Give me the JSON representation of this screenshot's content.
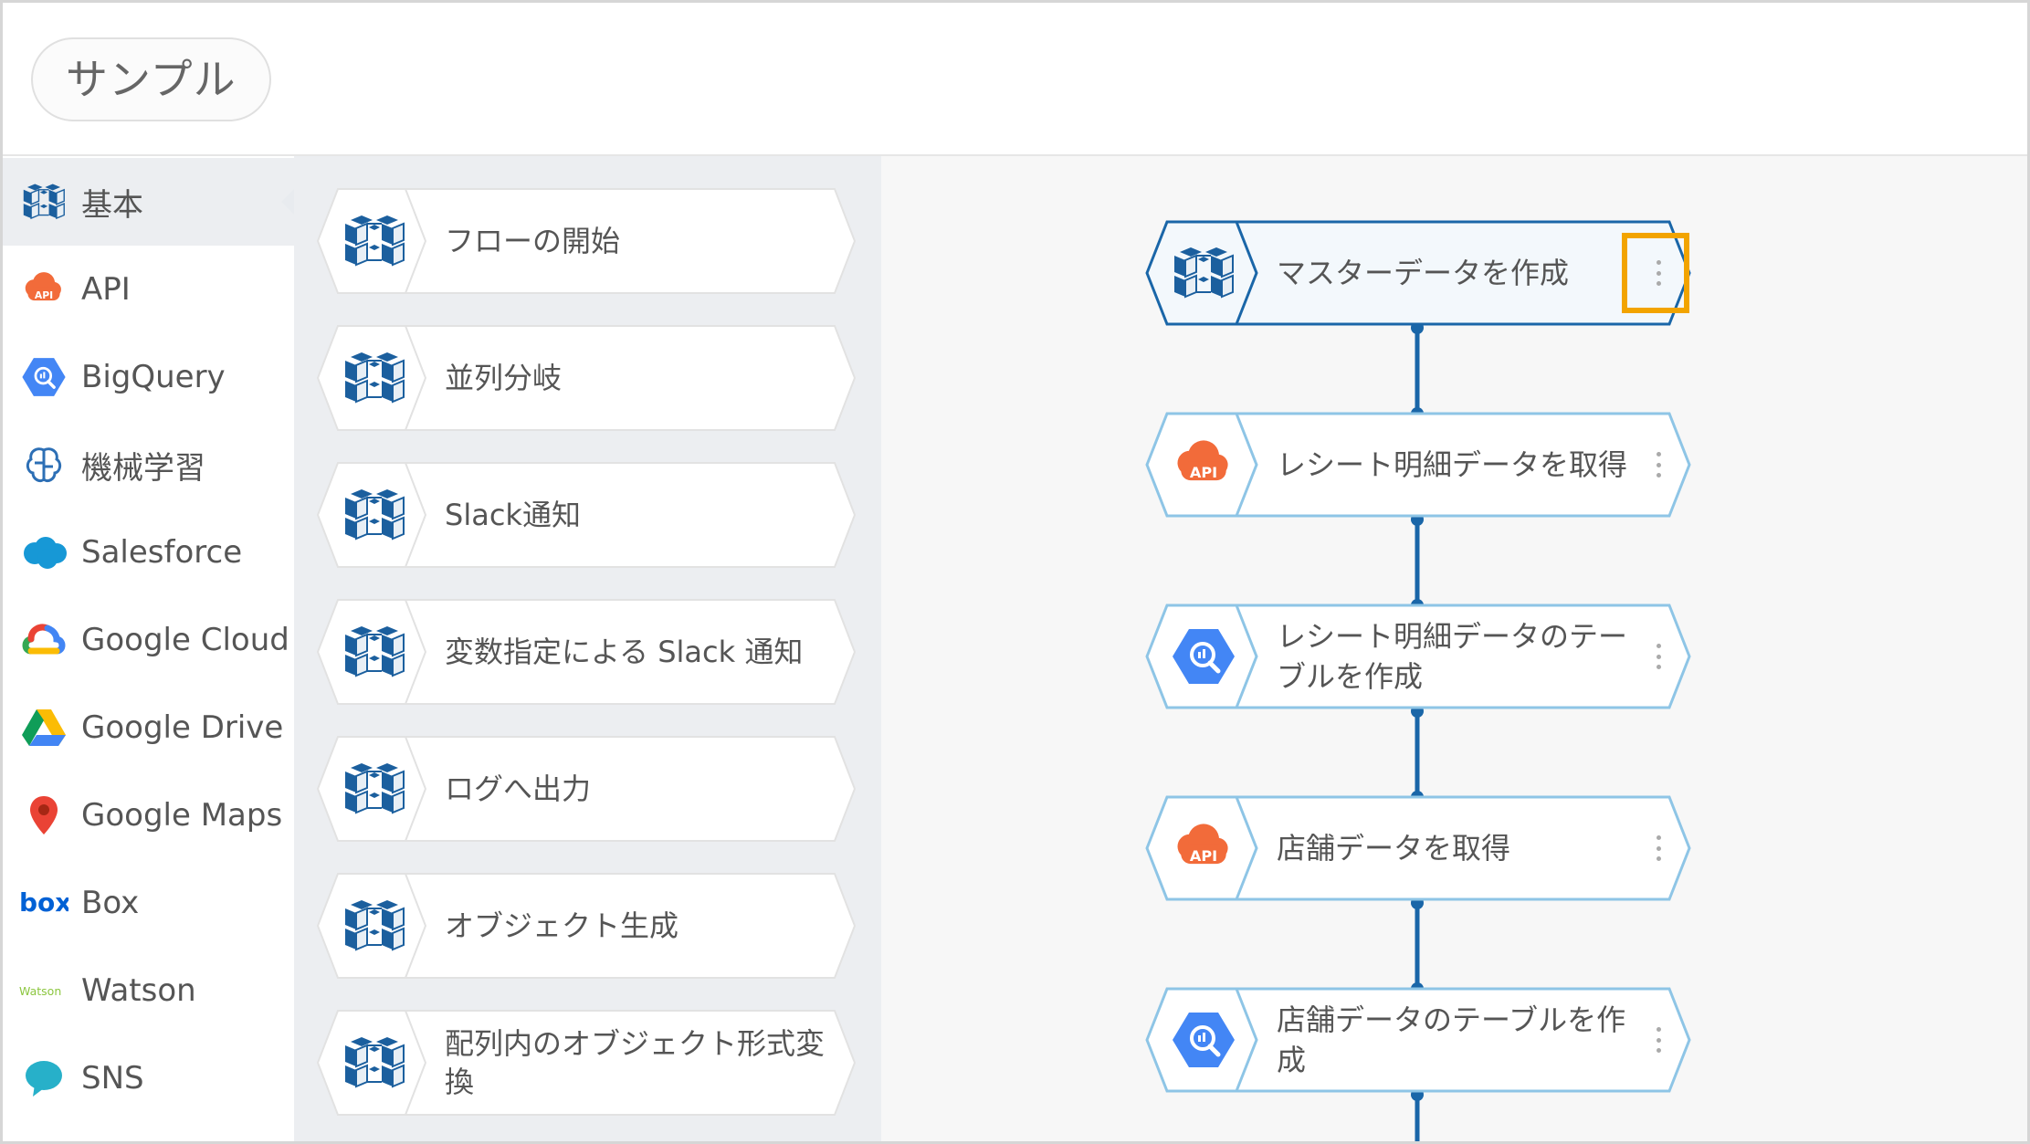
{
  "header": {
    "title": "サンプル"
  },
  "categories": [
    {
      "label": "基本",
      "icon": "cube-grid-icon",
      "active": true
    },
    {
      "label": "API",
      "icon": "api-cloud-icon"
    },
    {
      "label": "BigQuery",
      "icon": "bigquery-icon"
    },
    {
      "label": "機械学習",
      "icon": "brain-icon"
    },
    {
      "label": "Salesforce",
      "icon": "salesforce-cloud-icon"
    },
    {
      "label": "Google Cloud",
      "icon": "google-cloud-icon"
    },
    {
      "label": "Google Drive",
      "icon": "google-drive-icon"
    },
    {
      "label": "Google Maps",
      "icon": "map-pin-icon"
    },
    {
      "label": "Box",
      "icon": "box-logo-icon",
      "logo_text": "box"
    },
    {
      "label": "Watson",
      "icon": "watson-logo-icon",
      "logo_text": "Watson"
    },
    {
      "label": "SNS",
      "icon": "chat-bubble-icon"
    }
  ],
  "palette": [
    {
      "label": "フローの開始"
    },
    {
      "label": "並列分岐"
    },
    {
      "label": "Slack通知"
    },
    {
      "label": "変数指定による Slack 通知"
    },
    {
      "label": "ログへ出力"
    },
    {
      "label": "オブジェクト生成"
    },
    {
      "label": "配列内のオブジェクト形式変換"
    }
  ],
  "flow": [
    {
      "label": "マスターデータを作成",
      "icon": "cube-grid-icon",
      "selected": true
    },
    {
      "label": "レシート明細データを取得",
      "icon": "api-cloud-icon",
      "icon_text": "API"
    },
    {
      "label": "レシート明細データのテーブルを作成",
      "icon": "bigquery-icon"
    },
    {
      "label": "店舗データを取得",
      "icon": "api-cloud-icon",
      "icon_text": "API"
    },
    {
      "label": "店舗データのテーブルを作成",
      "icon": "bigquery-icon"
    }
  ],
  "colors": {
    "primary_blue": "#1a66a8",
    "node_border": "#8ec5e6",
    "api_orange": "#f26b3a",
    "bigquery_blue": "#4386f5",
    "highlight": "#f2a400",
    "palette_bg": "#eceef1",
    "canvas_bg": "#f7f7f7"
  }
}
